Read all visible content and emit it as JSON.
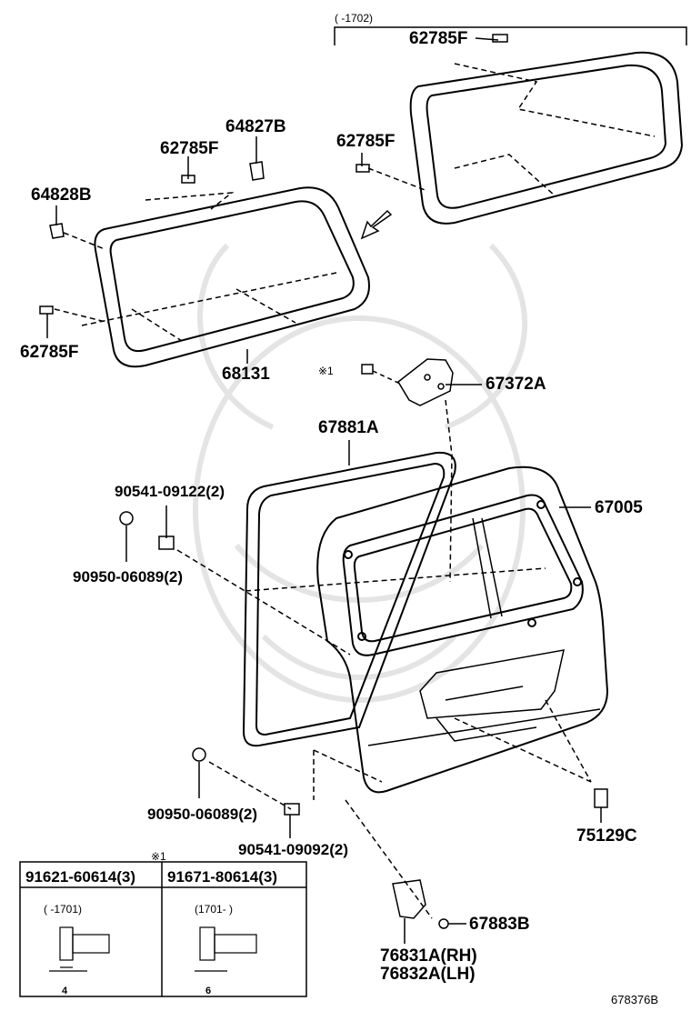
{
  "top_note": "(      -1702)",
  "parts": {
    "p62785F_top": "62785F",
    "p62785F_mid_right": "62785F",
    "p62785F_mid_left": "62785F",
    "p62785F_bottom_left": "62785F",
    "p64827B": "64827B",
    "p64828B": "64828B",
    "p68131": "68131",
    "p67372A": "67372A",
    "p67881A": "67881A",
    "p67005": "67005",
    "p90541_09122": "90541-09122(2)",
    "p90950_06089_upper": "90950-06089(2)",
    "p90950_06089_lower": "90950-06089(2)",
    "p90541_09092": "90541-09092(2)",
    "p75129C": "75129C",
    "p67883B": "67883B",
    "p76831A": "76831A(RH)",
    "p76832A": "76832A(LH)"
  },
  "ref_mark_near_hinge": "※1",
  "inset": {
    "ref_mark": "※1",
    "col1_header": "91621-60614(3)",
    "col2_header": "91671-80614(3)",
    "col1_note": "(      -1701)",
    "col2_note": "(1701-      )",
    "col1_dim": "4",
    "col2_dim": "6"
  },
  "figure_id": "678376B"
}
